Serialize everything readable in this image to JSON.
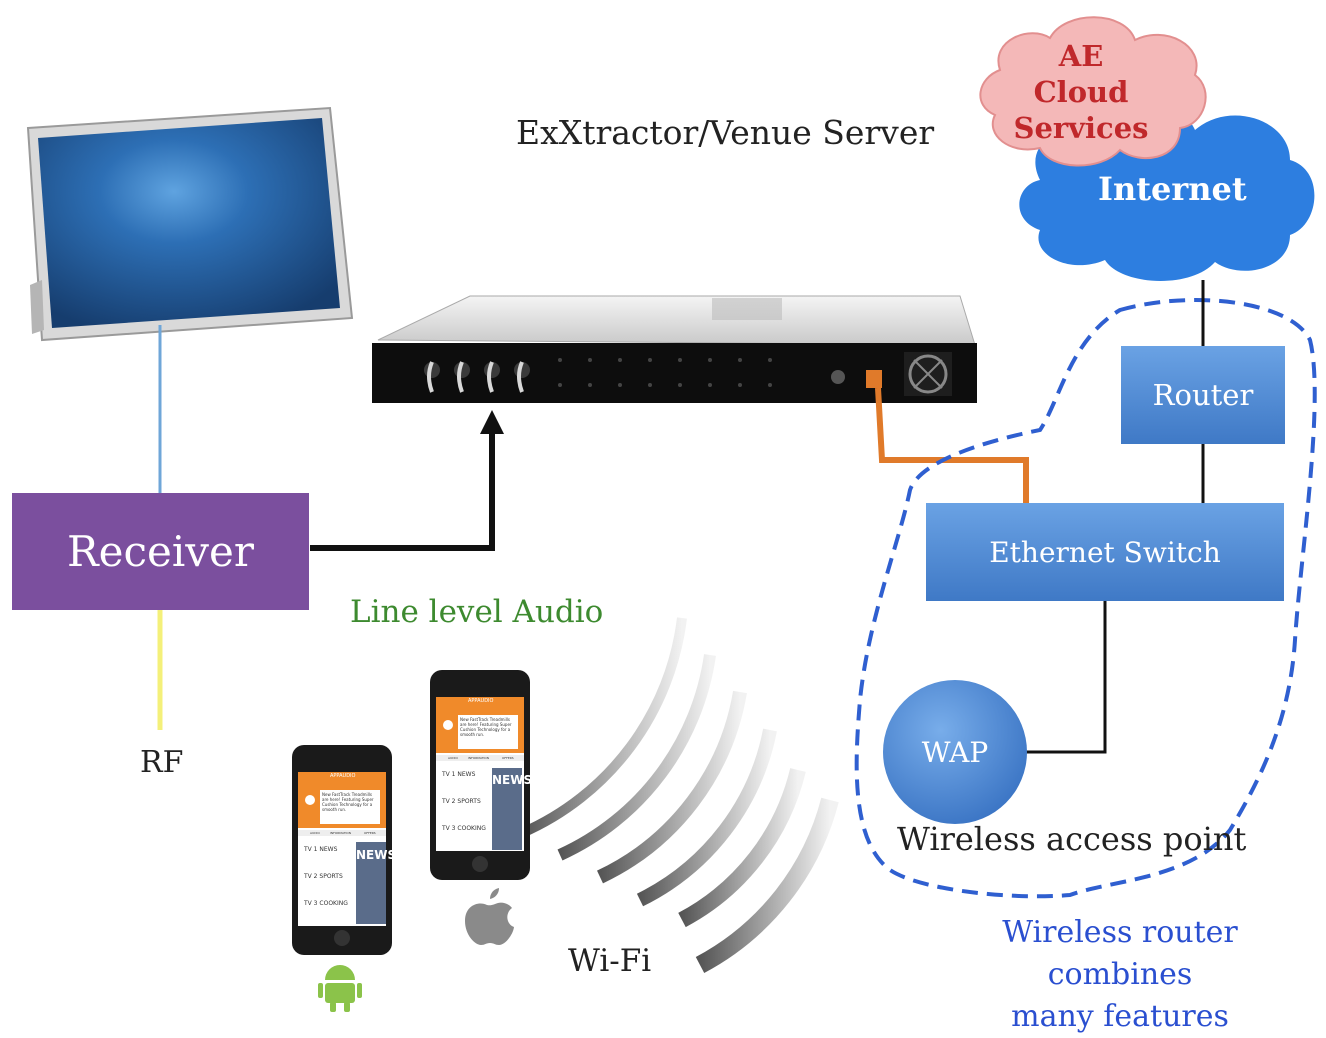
{
  "server": {
    "title": "ExXtractor/Venue Server"
  },
  "cloud": {
    "ae_line1": "AE",
    "ae_line2": "Cloud",
    "ae_line3": "Services",
    "internet": "Internet"
  },
  "router": {
    "label": "Router"
  },
  "switch": {
    "label": "Ethernet Switch"
  },
  "wap": {
    "label": "WAP",
    "caption": "Wireless access point"
  },
  "receiver": {
    "label": "Receiver"
  },
  "audio": {
    "label": "Line level Audio"
  },
  "rf": {
    "label": "RF"
  },
  "wifi": {
    "label": "Wi-Fi"
  },
  "note": {
    "line1": "Wireless router",
    "line2": "combines",
    "line3": "many features"
  },
  "phone_app": {
    "header": "APPAUDIO",
    "promo": "New FastTrack Treadmills are here! Featuring Super Cushion Technology for a smooth run.",
    "tabs": [
      "AUDIO",
      "INFORMATION",
      "OFFERS"
    ],
    "channels": [
      "TV 1  NEWS",
      "TV 2  SPORTS",
      "TV 3  COOKING"
    ],
    "news_badge": "NEWS"
  },
  "colors": {
    "receiver": "#7b4f9e",
    "box_blue": "#4a86cf",
    "dashed": "#2f5fd0",
    "audio_text": "#3d8a2f",
    "note_text": "#2a4fd0",
    "orange_cable": "#e07a2a",
    "yellow_cable": "#f4f07a",
    "blue_cable": "#6fa6d8",
    "internet_cloud": "#2d7ee0",
    "ae_cloud": "#f4b8b8",
    "ae_text": "#c0282b"
  }
}
